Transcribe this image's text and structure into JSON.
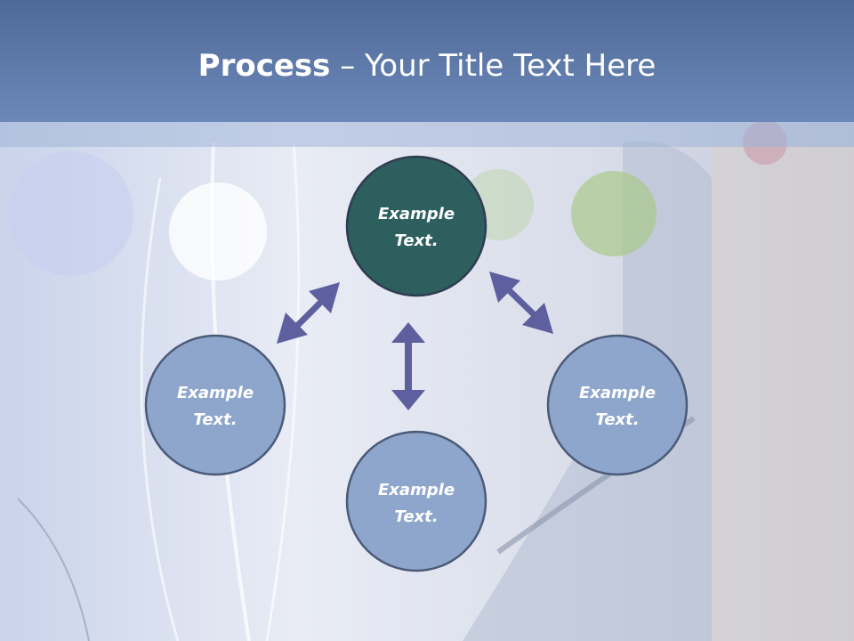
{
  "title": {
    "bold": "Process",
    "dash": " – ",
    "rest": "Your Title Text Here"
  },
  "colors": {
    "header": "#5a76a8",
    "center_node": "#2e5f5f",
    "outer_node": "#8fa6cc",
    "node_stroke": "#2f3b52",
    "arrow": "#5e5f9e"
  },
  "nodes": {
    "top": {
      "line1": "Example",
      "line2": "Text."
    },
    "left": {
      "line1": "Example",
      "line2": "Text."
    },
    "right": {
      "line1": "Example",
      "line2": "Text."
    },
    "bottom": {
      "line1": "Example",
      "line2": "Text."
    }
  }
}
